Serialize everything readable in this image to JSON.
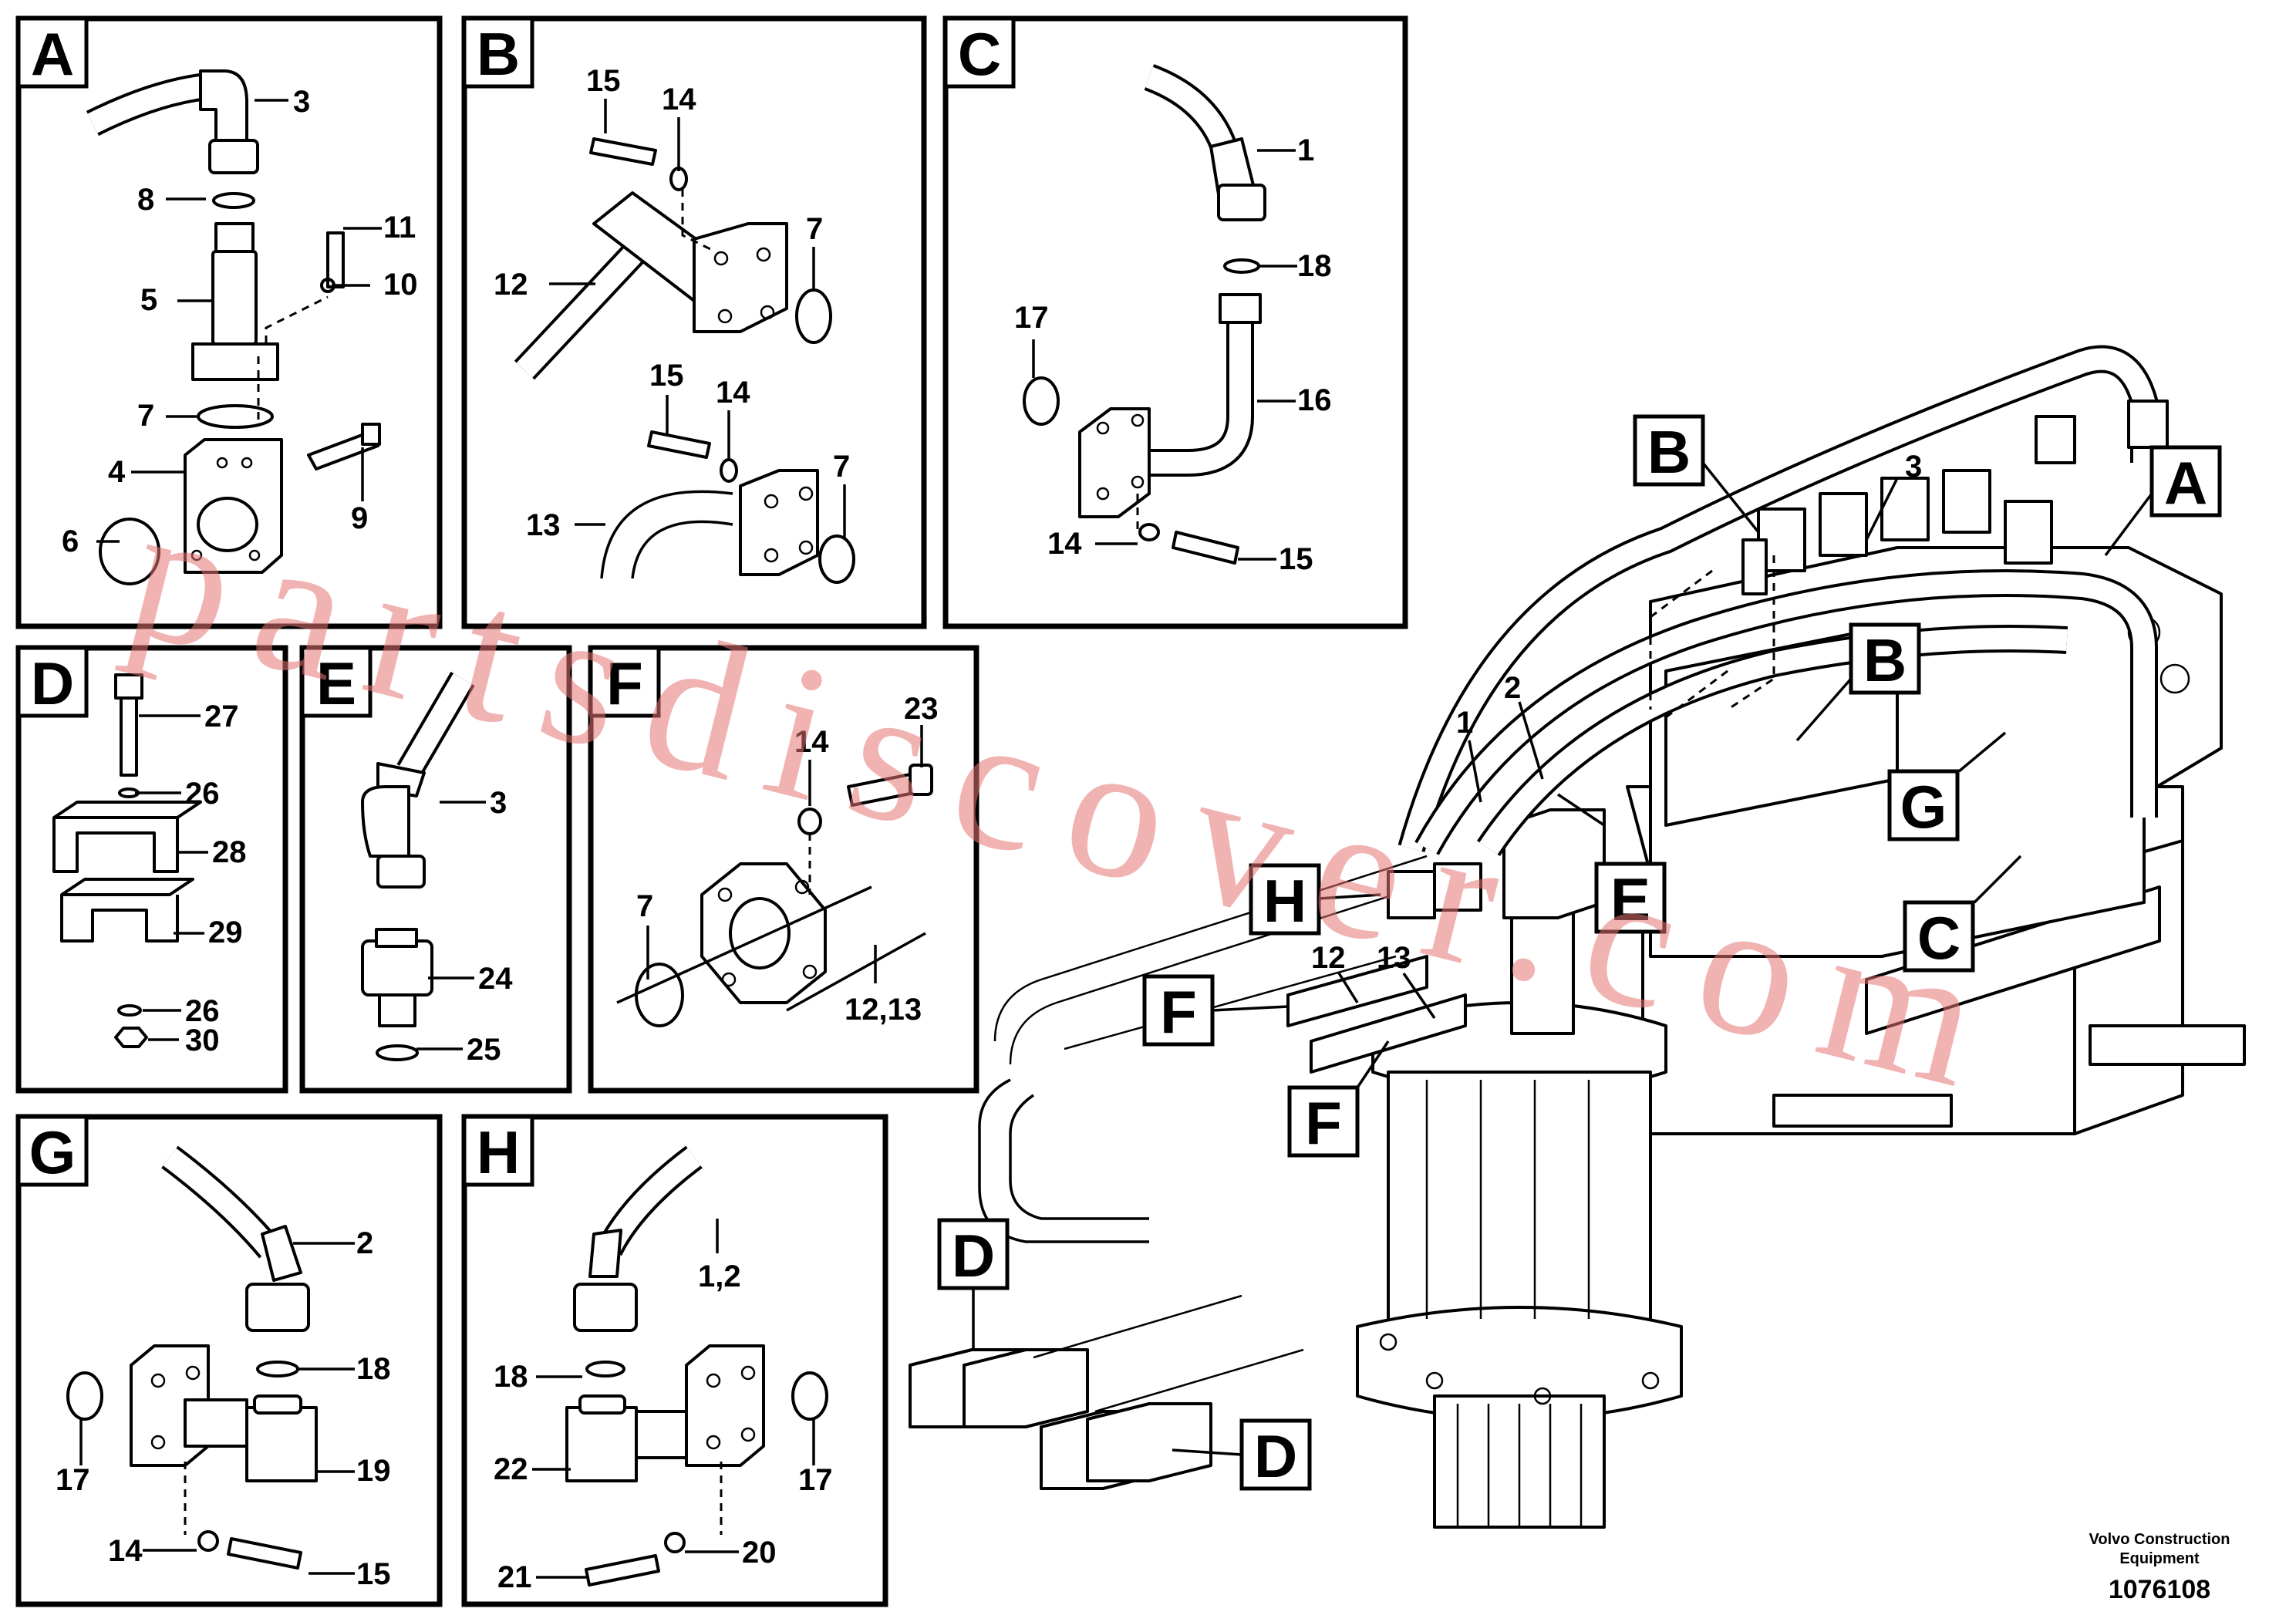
{
  "panels": {
    "A": {
      "letter": "A",
      "callouts": [
        "3",
        "8",
        "11",
        "10",
        "5",
        "7",
        "9",
        "4",
        "6"
      ]
    },
    "B": {
      "letter": "B",
      "callouts": [
        "15",
        "14",
        "7",
        "12",
        "15",
        "14",
        "7",
        "13"
      ]
    },
    "C": {
      "letter": "C",
      "callouts": [
        "1",
        "18",
        "17",
        "16",
        "14",
        "15"
      ]
    },
    "D": {
      "letter": "D",
      "callouts": [
        "27",
        "26",
        "28",
        "29",
        "26",
        "30"
      ]
    },
    "E": {
      "letter": "E",
      "callouts": [
        "3",
        "24",
        "25"
      ]
    },
    "F": {
      "letter": "F",
      "callouts": [
        "23",
        "14",
        "7",
        "12,13"
      ]
    },
    "G": {
      "letter": "G",
      "callouts": [
        "2",
        "18",
        "17",
        "19",
        "14",
        "15"
      ]
    },
    "H": {
      "letter": "H",
      "callouts": [
        "1,2",
        "18",
        "22",
        "17",
        "21",
        "20"
      ]
    }
  },
  "main_view": {
    "detail_labels": [
      "B",
      "A",
      "B",
      "G",
      "C",
      "E",
      "H",
      "F",
      "F",
      "D",
      "D"
    ],
    "callouts": [
      "3",
      "2",
      "1",
      "12",
      "13"
    ]
  },
  "watermark": "partsdiscover.com",
  "footer": {
    "company_line1": "Volvo Construction",
    "company_line2": "Equipment",
    "drawing_number": "1076108"
  }
}
